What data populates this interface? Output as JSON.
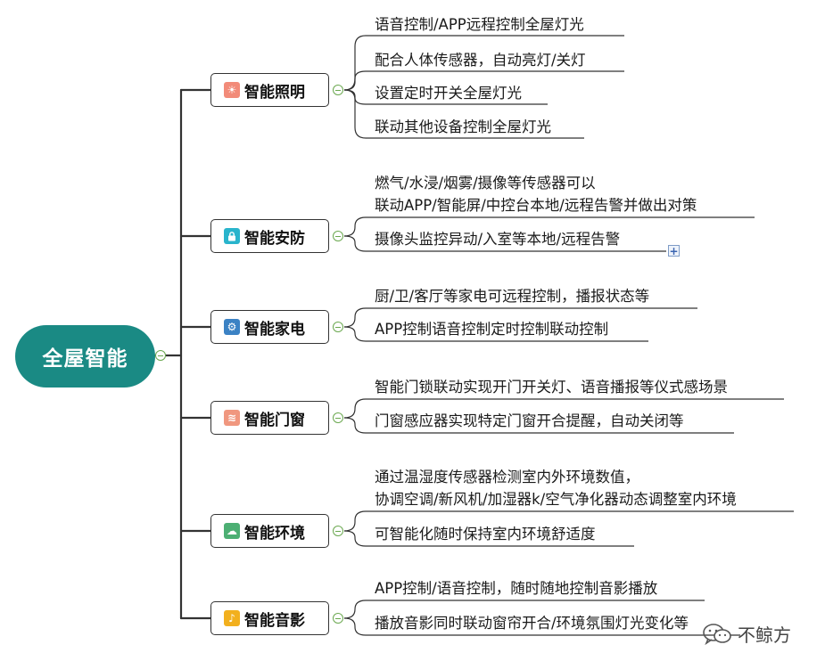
{
  "root": {
    "label": "全屋智能"
  },
  "branches": [
    {
      "label": "智能照明",
      "icon": "sun-icon",
      "icon_glyph": "☀",
      "icon_color": "#f28b79",
      "leaves": [
        "语音控制/APP远程控制全屋灯光",
        "配合人体传感器，自动亮灯/关灯",
        "设置定时开关全屋灯光",
        "联动其他设备控制全屋灯光"
      ]
    },
    {
      "label": "智能安防",
      "icon": "lock-icon",
      "icon_glyph": "🔒",
      "icon_color": "#29b4cc",
      "leaves": [
        "燃气/水浸/烟雾/摄像等传感器可以",
        "联动APP/智能屏/中控台本地/远程告警并做出对策",
        "摄像头监控异动/入室等本地/远程告警"
      ]
    },
    {
      "label": "智能家电",
      "icon": "gear-icon",
      "icon_glyph": "⚙",
      "icon_color": "#3b82c4",
      "leaves": [
        "厨/卫/客厅等家电可远程控制，播报状态等",
        "APP控制语音控制定时控制联动控制"
      ]
    },
    {
      "label": "智能门窗",
      "icon": "layers-icon",
      "icon_glyph": "≋",
      "icon_color": "#f0977f",
      "leaves": [
        "智能门锁联动实现开门开关灯、语音播报等仪式感场景",
        "门窗感应器实现特定门窗开合提醒，自动关闭等"
      ]
    },
    {
      "label": "智能环境",
      "icon": "cloud-icon",
      "icon_glyph": "☁",
      "icon_color": "#4caf73",
      "leaves": [
        "通过温湿度传感器检测室内外环境数值，",
        "协调空调/新风机/加湿器k/空气净化器动态调整室内环境",
        "可智能化随时保持室内环境舒适度"
      ]
    },
    {
      "label": "智能音影",
      "icon": "music-note-icon",
      "icon_glyph": "♪",
      "icon_color": "#f2b01e",
      "leaves": [
        "APP控制/语音控制，随时随地控制音影播放",
        "播放音影同时联动窗帘开合/环境氛围灯光变化等"
      ]
    }
  ],
  "watermark": {
    "text": "不鲸方",
    "icon": "wechat-icon"
  }
}
